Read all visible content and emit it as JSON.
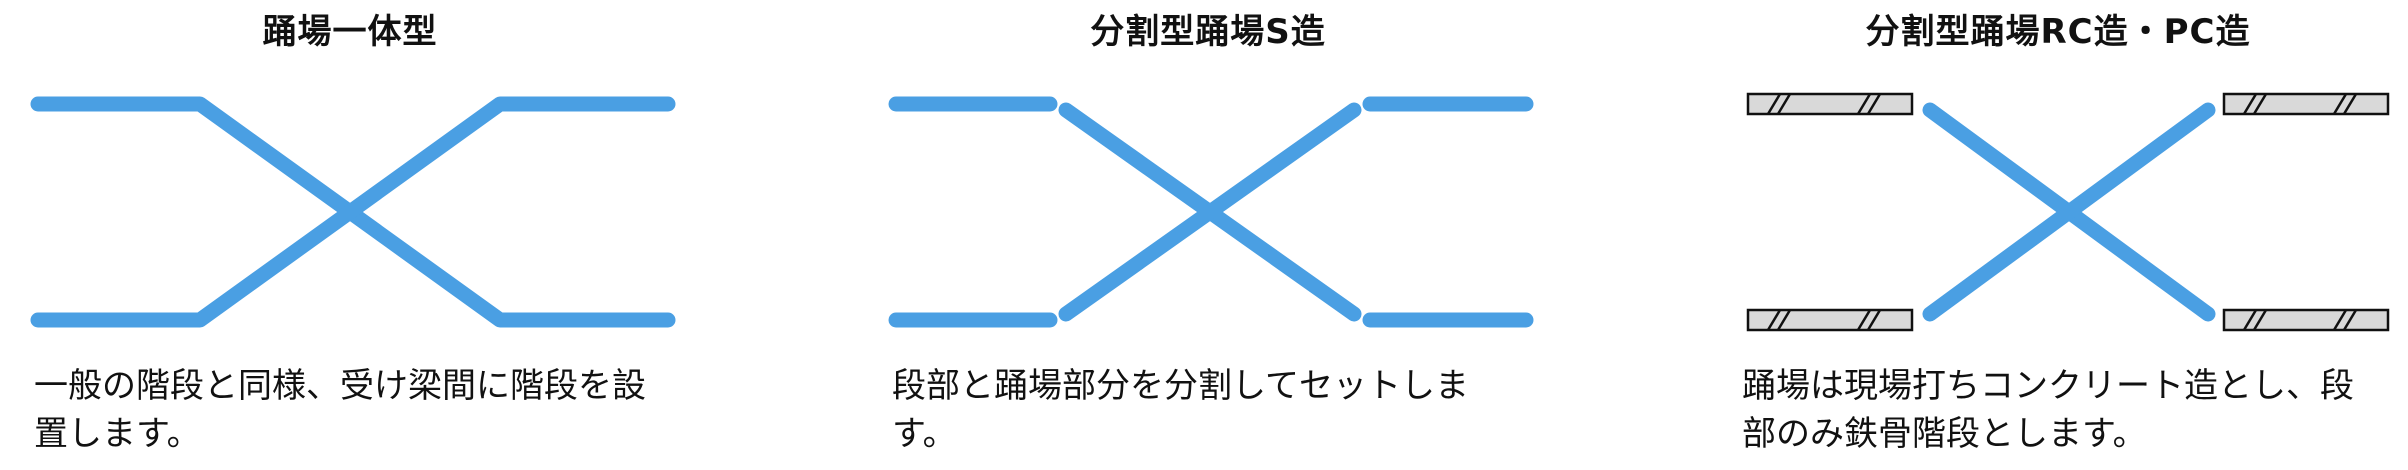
{
  "colors": {
    "stair_blue": "#4a9fe3",
    "slab_fill": "#d9d9d9",
    "slab_stroke": "#111111"
  },
  "panels": [
    {
      "title": "踊場一体型",
      "description": "一般の階段と同様、受け梁間に階段を設置します。"
    },
    {
      "title": "分割型踊場S造",
      "description": "段部と踊場部分を分割してセットします。"
    },
    {
      "title": "分割型踊場RC造・PC造",
      "description": "踊場は現場打ちコンクリート造とし、段部のみ鉄骨階段とします。"
    }
  ]
}
